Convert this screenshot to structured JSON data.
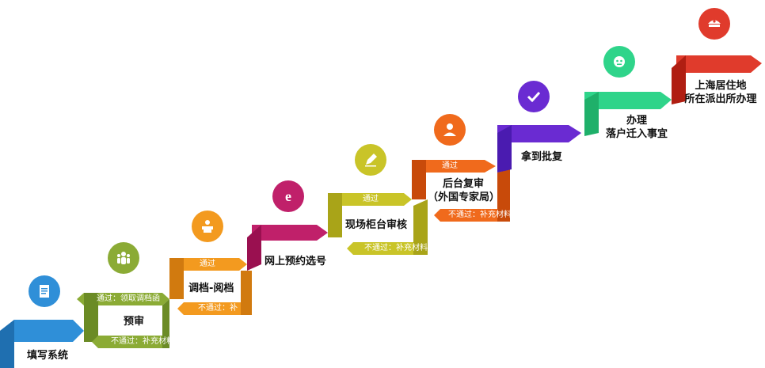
{
  "colors": {
    "step1": "#2f8fd8",
    "step2": "#8bab35",
    "step3": "#f39a1f",
    "step4": "#c0206a",
    "step5": "#c9c428",
    "step6": "#f06a1c",
    "step7": "#6a2bd2",
    "step8": "#2fd48a",
    "step9": "#e03b2c"
  },
  "steps": [
    {
      "id": "s1",
      "label": "填写系统",
      "icon": "document-icon"
    },
    {
      "id": "s2",
      "label": "预审",
      "icon": "people-icon"
    },
    {
      "id": "s3",
      "label": "调档-阅档",
      "icon": "desk-person-icon"
    },
    {
      "id": "s4",
      "label": "网上预约选号",
      "icon": "browser-e-icon"
    },
    {
      "id": "s5",
      "label": "现场柜台审核",
      "icon": "pencil-icon"
    },
    {
      "id": "s6",
      "label_line1": "后台复审",
      "label_line2": "（外国专家局）",
      "icon": "person-badge-icon"
    },
    {
      "id": "s7",
      "label": "拿到批复",
      "icon": "checkmark-icon"
    },
    {
      "id": "s8",
      "label_line1": "办理",
      "label_line2": "落户迁入事宜",
      "icon": "robot-face-icon"
    },
    {
      "id": "s9",
      "label_line1": "上海居住地",
      "label_line2": "所在派出所办理",
      "icon": "police-cap-icon"
    }
  ],
  "transitions": {
    "t2_pass": "通过：领取调档函",
    "t2_fail": "不通过：补充材料",
    "t3_pass": "通过",
    "t3_fail": "不通过：补",
    "t5_pass": "通过",
    "t5_fail": "不通过：补充材料",
    "t6_pass": "通过",
    "t6_fail": "不通过：补充材料"
  }
}
